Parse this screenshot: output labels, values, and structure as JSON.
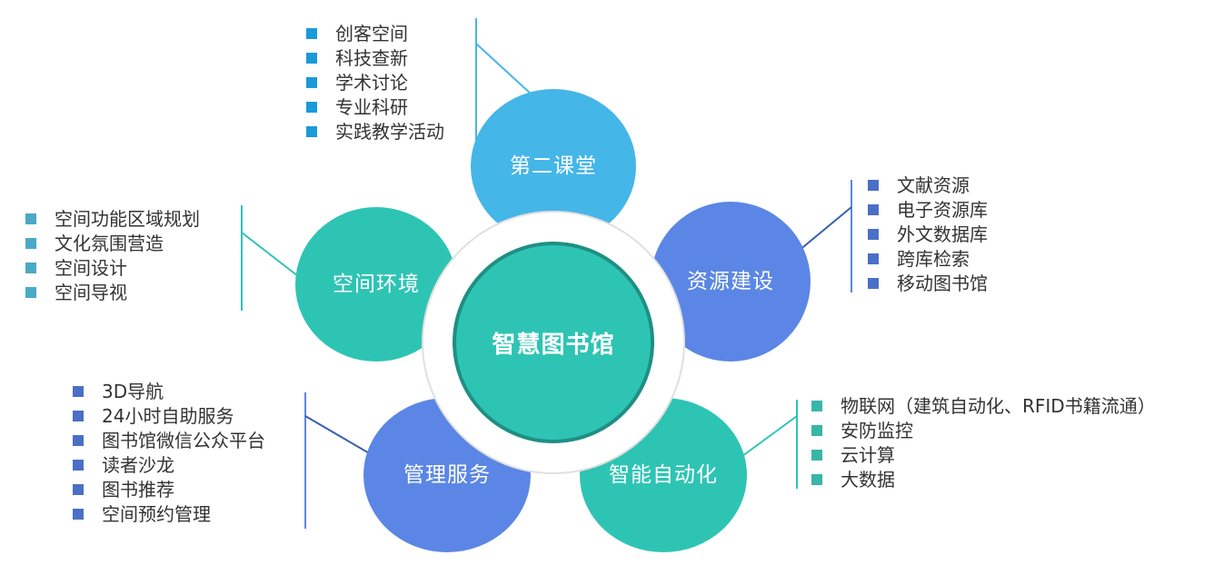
{
  "center": {
    "label": "智慧图书馆"
  },
  "colors": {
    "light_blue": "#45b6e8",
    "teal": "#2ec4b4",
    "periwinkle": "#5b86e5",
    "ring_border": "#e0e0e0",
    "hub_border": "#1f8f84",
    "text": "#333333",
    "bullet_light_blue": "#1b9ad8",
    "bullet_periwinkle": "#4a6fc6",
    "bullet_teal": "#38b6a8",
    "bullet_sky": "#4aa9c6"
  },
  "branches": [
    {
      "id": "second-classroom",
      "label": "第二课堂",
      "items": [
        "创客空间",
        "科技查新",
        "学术讨论",
        "专业科研",
        "实践教学活动"
      ]
    },
    {
      "id": "resource-building",
      "label": "资源建设",
      "items": [
        "文献资源",
        "电子资源库",
        "外文数据库",
        "跨库检索",
        "移动图书馆"
      ]
    },
    {
      "id": "smart-automation",
      "label": "智能自动化",
      "items": [
        "物联网（建筑自动化、RFID书籍流通）",
        "安防监控",
        "云计算",
        "大数据"
      ]
    },
    {
      "id": "management-service",
      "label": "管理服务",
      "items": [
        "3D导航",
        "24小时自助服务",
        "图书馆微信公众平台",
        "读者沙龙",
        "图书推荐",
        "空间预约管理"
      ]
    },
    {
      "id": "space-environment",
      "label": "空间环境",
      "items": [
        "空间功能区域规划",
        "文化氛围营造",
        "空间设计",
        "空间导视"
      ]
    }
  ]
}
